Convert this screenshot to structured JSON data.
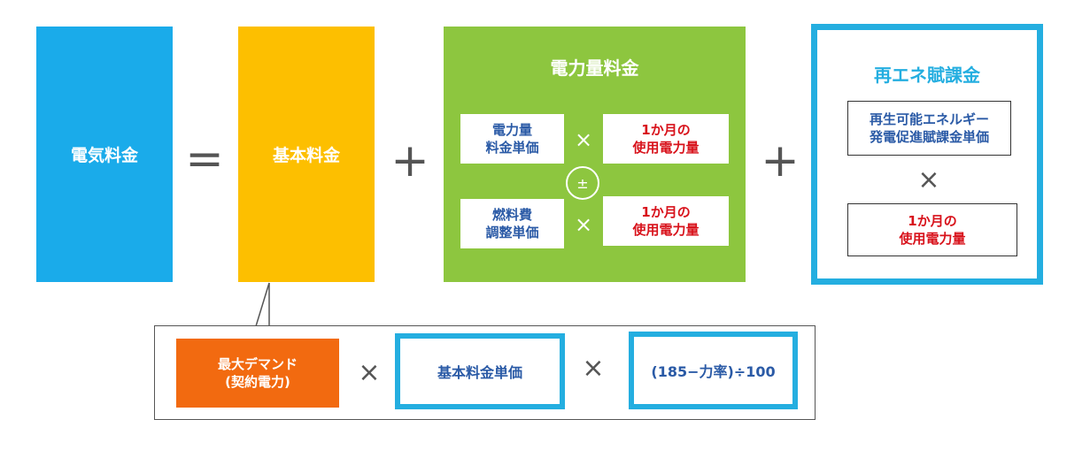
{
  "total": {
    "label": "電気料金"
  },
  "operators": {
    "equals": "=",
    "plus": "+",
    "times": "×",
    "plus_minus": "±"
  },
  "base": {
    "label": "基本料金"
  },
  "energy": {
    "title": "電力量料金",
    "rows": [
      {
        "left_line1": "電力量",
        "left_line2": "料金単価",
        "right_line1": "1か月の",
        "right_line2": "使用電力量"
      },
      {
        "left_line1": "燃料費",
        "left_line2": "調整単価",
        "right_line1": "1か月の",
        "right_line2": "使用電力量"
      }
    ]
  },
  "renewable": {
    "title": "再エネ賦課金",
    "unit_line1": "再生可能エネルギー",
    "unit_line2": "発電促進賦課金単価",
    "usage_line1": "1か月の",
    "usage_line2": "使用電力量"
  },
  "base_formula": {
    "demand_line1": "最大デマンド",
    "demand_line2": "(契約電力)",
    "unit_price": "基本料金単価",
    "power_factor": "(185−力率)÷100"
  },
  "colors": {
    "total": "#1aabea",
    "base": "#fdbf00",
    "energy": "#8dc63f",
    "renewable_border": "#24aee0",
    "demand": "#f26a10",
    "label_blue": "#2a5aa6",
    "label_red": "#d8121b"
  }
}
